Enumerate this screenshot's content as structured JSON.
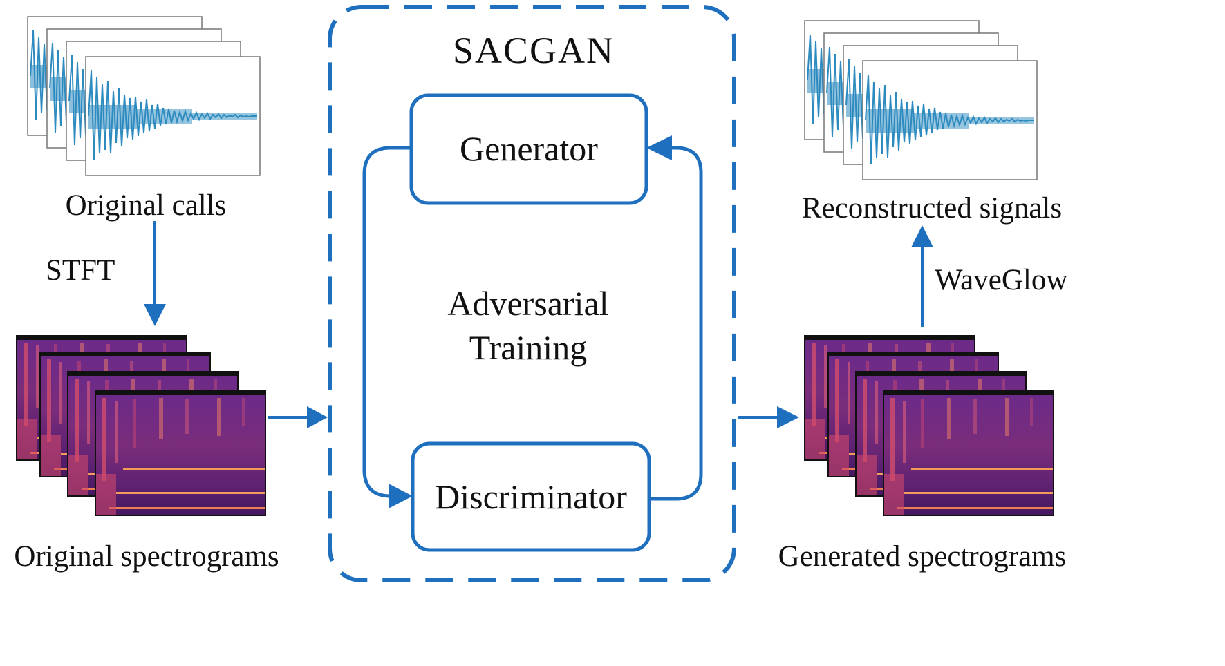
{
  "framework": {
    "title": "SACGAN",
    "adversarial_line1": "Adversarial",
    "adversarial_line2": "Training"
  },
  "nodes": {
    "generator": "Generator",
    "discriminator": "Discriminator"
  },
  "inputs": {
    "calls_label": "Original calls",
    "stft_label": "STFT",
    "spectrograms_label": "Original spectrograms"
  },
  "outputs": {
    "signals_label": "Reconstructed signals",
    "waveglow_label": "WaveGlow",
    "spectrograms_label": "Generated spectrograms"
  },
  "colors": {
    "accent": "#1F6FBF",
    "waveform": "#2E8BBF",
    "spectrogram_dark": "#3A1560",
    "spectrogram_mid": "#A0306E",
    "spectrogram_hot": "#F07A3A"
  },
  "icons": {
    "waveform_stack": "waveform-thumbnail-icon",
    "spectrogram_stack": "spectrogram-thumbnail-icon"
  }
}
